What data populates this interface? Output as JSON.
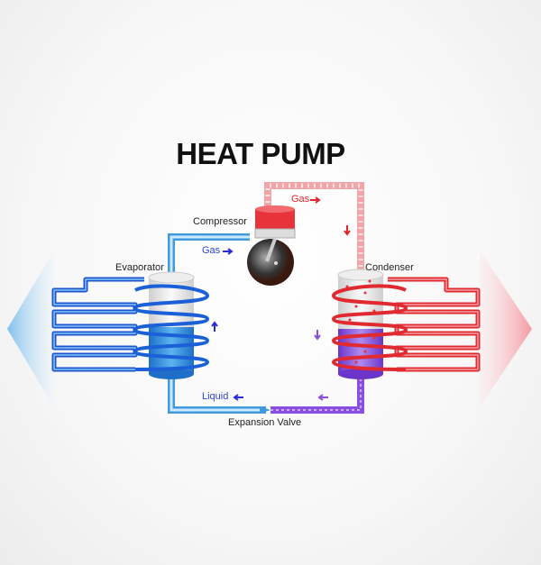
{
  "title": "HEAT PUMP",
  "labels": {
    "compressor": "Compressor",
    "evaporator": "Evaporator",
    "condenser": "Condenser",
    "expansion_valve": "Expansion Valve",
    "gas_hot": "Gas",
    "gas_cold": "Gas",
    "liquid": "Liquid"
  },
  "colors": {
    "cold": "#2f8fe0",
    "hot": "#e8333a",
    "liquid": "#8a4fe0",
    "arrow_blue": "#2a2ad8",
    "arrow_red": "#e0262c"
  }
}
